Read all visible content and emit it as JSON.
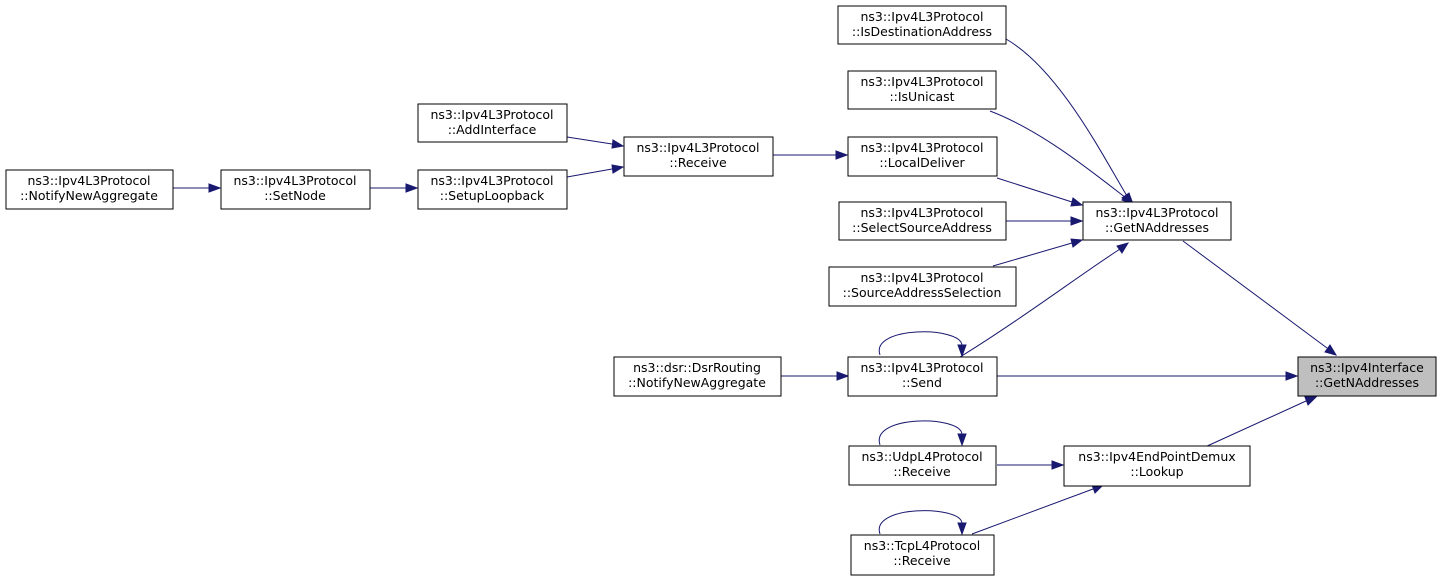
{
  "nodes": {
    "is_destination_address": {
      "line1": "ns3::Ipv4L3Protocol",
      "line2": "::IsDestinationAddress"
    },
    "is_unicast": {
      "line1": "ns3::Ipv4L3Protocol",
      "line2": "::IsUnicast"
    },
    "add_interface": {
      "line1": "ns3::Ipv4L3Protocol",
      "line2": "::AddInterface"
    },
    "receive": {
      "line1": "ns3::Ipv4L3Protocol",
      "line2": "::Receive"
    },
    "local_deliver": {
      "line1": "ns3::Ipv4L3Protocol",
      "line2": "::LocalDeliver"
    },
    "notify_new_aggregate": {
      "line1": "ns3::Ipv4L3Protocol",
      "line2": "::NotifyNewAggregate"
    },
    "set_node": {
      "line1": "ns3::Ipv4L3Protocol",
      "line2": "::SetNode"
    },
    "setup_loopback": {
      "line1": "ns3::Ipv4L3Protocol",
      "line2": "::SetupLoopback"
    },
    "select_source_address": {
      "line1": "ns3::Ipv4L3Protocol",
      "line2": "::SelectSourceAddress"
    },
    "get_n_addresses_l3": {
      "line1": "ns3::Ipv4L3Protocol",
      "line2": "::GetNAddresses"
    },
    "source_address_selection": {
      "line1": "ns3::Ipv4L3Protocol",
      "line2": "::SourceAddressSelection"
    },
    "dsr_notify_new_aggregate": {
      "line1": "ns3::dsr::DsrRouting",
      "line2": "::NotifyNewAggregate"
    },
    "send": {
      "line1": "ns3::Ipv4L3Protocol",
      "line2": "::Send"
    },
    "ipv4_interface_get_n_addresses": {
      "line1": "ns3::Ipv4Interface",
      "line2": "::GetNAddresses"
    },
    "udp_receive": {
      "line1": "ns3::UdpL4Protocol",
      "line2": "::Receive"
    },
    "endpoint_demux_lookup": {
      "line1": "ns3::Ipv4EndPointDemux",
      "line2": "::Lookup"
    },
    "tcp_receive": {
      "line1": "ns3::TcpL4Protocol",
      "line2": "::Receive"
    }
  },
  "colors": {
    "edge": "#191970",
    "highlight_fill": "#bfbfbf"
  }
}
